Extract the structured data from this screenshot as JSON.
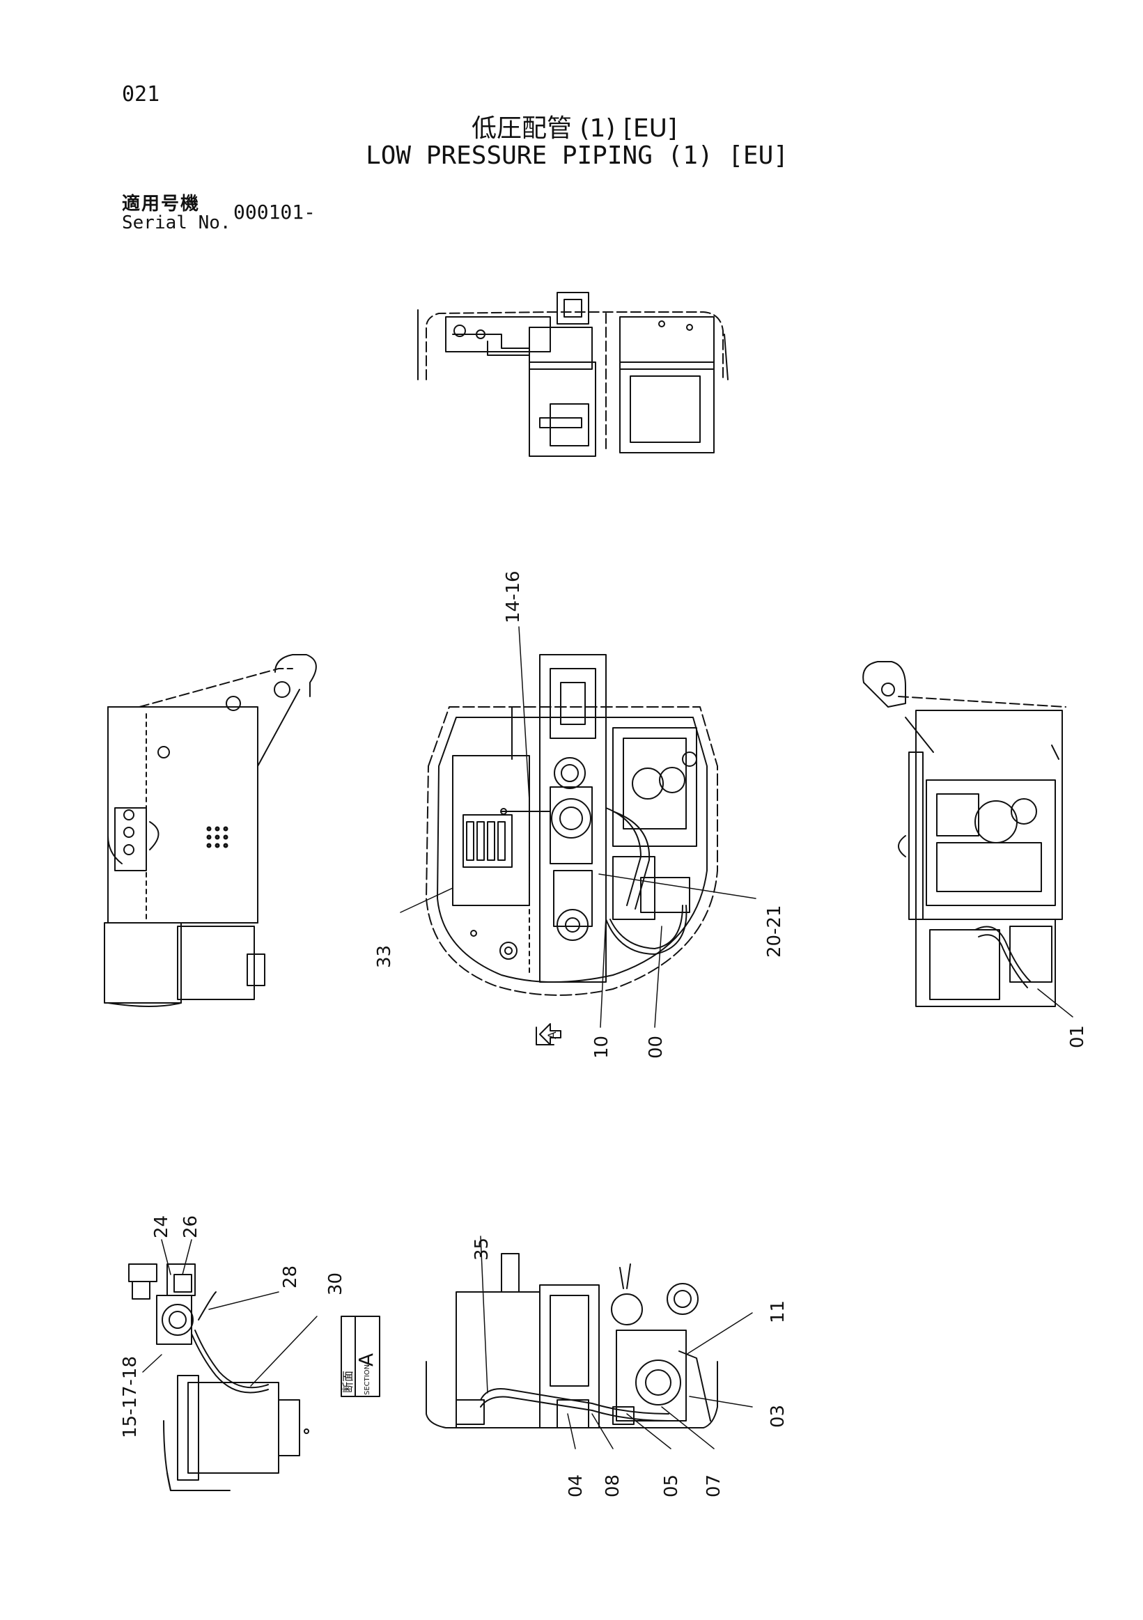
{
  "page_number": "021",
  "title_jp": "低圧配管 (1) [EU]",
  "title_en": "LOW PRESSURE PIPING (1) [EU]",
  "serial_label_jp": "適用号機",
  "serial_label_en": "Serial No.",
  "serial_value": "000101-",
  "section_label": {
    "jp": "断面",
    "en": "SECTION",
    "letter": "A"
  },
  "view_marker": "A",
  "callouts": {
    "c14_16": "14-16",
    "c20_21": "20-21",
    "c33": "33",
    "c10": "10",
    "c00": "00",
    "c01": "01",
    "c24": "24",
    "c26": "26",
    "c28": "28",
    "c30": "30",
    "c15_17_18": "15-17-18",
    "c35": "35",
    "c11": "11",
    "c03": "03",
    "c04": "04",
    "c08": "08",
    "c05": "05",
    "c07": "07"
  }
}
